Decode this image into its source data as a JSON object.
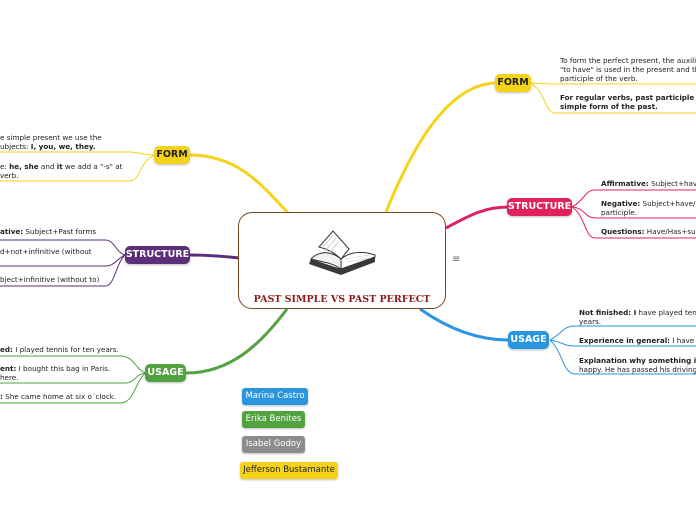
{
  "center": {
    "title": "PAST SIMPLE VS PAST PERFECT",
    "icon": "open-book-icon",
    "menu_glyph": "≡"
  },
  "left": {
    "form": {
      "label": "FORM",
      "color": "#f5d31a",
      "items": [
        {
          "lines": [
            [
              {
                "t": "e simple present we use the",
                "b": false
              }
            ],
            [
              {
                "t": "ubjects: ",
                "b": false
              },
              {
                "t": "I, you, we, they.",
                "b": true
              }
            ]
          ]
        },
        {
          "lines": [
            [
              {
                "t": "e: ",
                "b": false
              },
              {
                "t": "he, she",
                "b": true
              },
              {
                "t": " and ",
                "b": false
              },
              {
                "t": "it",
                "b": true
              },
              {
                "t": " we add a \"-s\" at",
                "b": false
              }
            ],
            [
              {
                "t": "verb.",
                "b": false
              }
            ]
          ]
        }
      ]
    },
    "structure": {
      "label": "STRUCTURE",
      "color": "#5b2f7a",
      "items": [
        {
          "lines": [
            [
              {
                "t": "ative:",
                "b": true
              },
              {
                "t": " Subject+Past forms",
                "b": false
              }
            ]
          ]
        },
        {
          "lines": [
            [
              {
                "t": "d+not+infinitive (without",
                "b": false
              }
            ]
          ]
        },
        {
          "lines": [
            [
              {
                "t": "bject+infinitive (without to)",
                "b": false
              }
            ]
          ]
        }
      ]
    },
    "usage": {
      "label": "USAGE",
      "color": "#51a240",
      "items": [
        {
          "lines": [
            [
              {
                "t": "ed:",
                "b": true
              },
              {
                "t": " I played tennis for ten years.",
                "b": false
              }
            ]
          ]
        },
        {
          "lines": [
            [
              {
                "t": "ent:",
                "b": true
              },
              {
                "t": " I bought this bag in Paris.",
                "b": false
              }
            ],
            [
              {
                "t": "here.",
                "b": false
              }
            ]
          ]
        },
        {
          "lines": [
            [
              {
                "t": ":",
                "b": true
              },
              {
                "t": " She came home at six o´clock.",
                "b": false
              }
            ]
          ]
        }
      ]
    }
  },
  "right": {
    "form": {
      "label": "FORM",
      "color": "#f5d31a",
      "items": [
        {
          "lines": [
            [
              {
                "t": "To form the perfect present, the auxilia",
                "b": false
              }
            ],
            [
              {
                "t": "\"to have\" is used in the present and th",
                "b": false
              }
            ],
            [
              {
                "t": "participle of the verb.",
                "b": false
              }
            ]
          ]
        },
        {
          "lines": [
            [
              {
                "t": "For regular verbs, past participle is",
                "b": true
              }
            ],
            [
              {
                "t": "simple form of the past.",
                "b": true
              }
            ]
          ]
        }
      ]
    },
    "structure": {
      "label": "STRUCTURE",
      "color": "#e0215c",
      "items": [
        {
          "lines": [
            [
              {
                "t": "Affirmative:",
                "b": true
              },
              {
                "t": " Subject+have",
                "b": false
              }
            ]
          ]
        },
        {
          "lines": [
            [
              {
                "t": "Negative:",
                "b": true
              },
              {
                "t": " Subject+have/h",
                "b": false
              }
            ],
            [
              {
                "t": "participle.",
                "b": false
              }
            ]
          ]
        },
        {
          "lines": [
            [
              {
                "t": "Questions:",
                "b": true
              },
              {
                "t": " Have/Has+sub",
                "b": false
              }
            ]
          ]
        }
      ]
    },
    "usage": {
      "label": "USAGE",
      "color": "#2b95e0",
      "items": [
        {
          "lines": [
            [
              {
                "t": "Not finished: I",
                "b": true
              },
              {
                "t": " have played tenn",
                "b": false
              }
            ],
            [
              {
                "t": "years.",
                "b": false
              }
            ]
          ]
        },
        {
          "lines": [
            [
              {
                "t": "Experience in general:",
                "b": true
              },
              {
                "t": " I have b",
                "b": false
              }
            ]
          ]
        },
        {
          "lines": [
            [
              {
                "t": "Explanation why something is",
                "b": true
              }
            ],
            [
              {
                "t": "happy. He has passed his driving",
                "b": false
              }
            ]
          ]
        }
      ]
    }
  },
  "authors": [
    {
      "name": "Marina Castro",
      "bg": "#2b95e0",
      "fg": "#ffffff"
    },
    {
      "name": "Erika Benites",
      "bg": "#51a240",
      "fg": "#ffffff"
    },
    {
      "name": "Isabel Godoy",
      "bg": "#8c8c8c",
      "fg": "#ffffff"
    },
    {
      "name": "Jefferson Bustamante",
      "bg": "#f5d31a",
      "fg": "#222222"
    }
  ]
}
